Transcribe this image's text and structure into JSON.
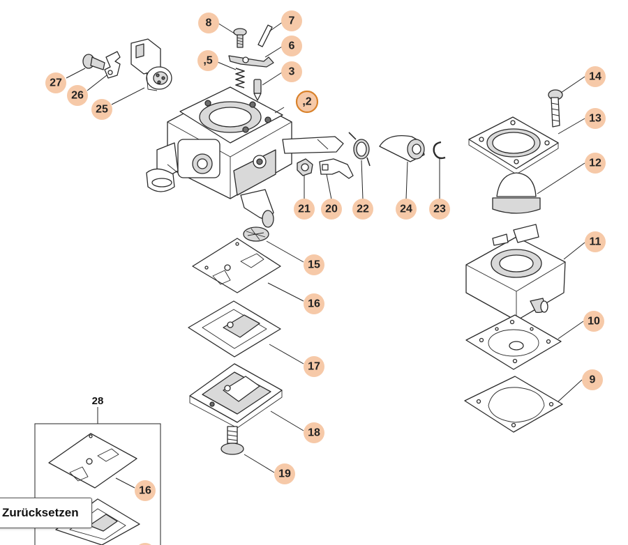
{
  "diagram": {
    "parts": [
      {
        "id": "p2",
        "label": ",2"
      },
      {
        "id": "p5",
        "label": ",5"
      },
      {
        "id": "p6",
        "label": "6"
      },
      {
        "id": "p7",
        "label": "7"
      },
      {
        "id": "p8",
        "label": "8"
      },
      {
        "id": "p3",
        "label": "3"
      },
      {
        "id": "p25",
        "label": "25"
      },
      {
        "id": "p26",
        "label": "26"
      },
      {
        "id": "p27",
        "label": "27"
      },
      {
        "id": "p14",
        "label": "14"
      },
      {
        "id": "p13",
        "label": "13"
      },
      {
        "id": "p12",
        "label": "12"
      },
      {
        "id": "p11",
        "label": "11"
      },
      {
        "id": "p10",
        "label": "10"
      },
      {
        "id": "p9",
        "label": "9"
      },
      {
        "id": "p21",
        "label": "21"
      },
      {
        "id": "p20",
        "label": "20"
      },
      {
        "id": "p22",
        "label": "22"
      },
      {
        "id": "p24",
        "label": "24"
      },
      {
        "id": "p23",
        "label": "23"
      },
      {
        "id": "p15",
        "label": "15"
      },
      {
        "id": "p16",
        "label": "16"
      },
      {
        "id": "p17",
        "label": "17"
      },
      {
        "id": "p18",
        "label": "18"
      },
      {
        "id": "p19",
        "label": "19"
      },
      {
        "id": "p16b",
        "label": "16"
      }
    ],
    "kit_label": "28",
    "selected_part": ",2"
  },
  "controls": {
    "reset_label": "Zurücksetzen"
  },
  "colors": {
    "label_fill": "#f6c9a8",
    "selected_ring": "#d9822b",
    "line": "#2a2a2a"
  }
}
